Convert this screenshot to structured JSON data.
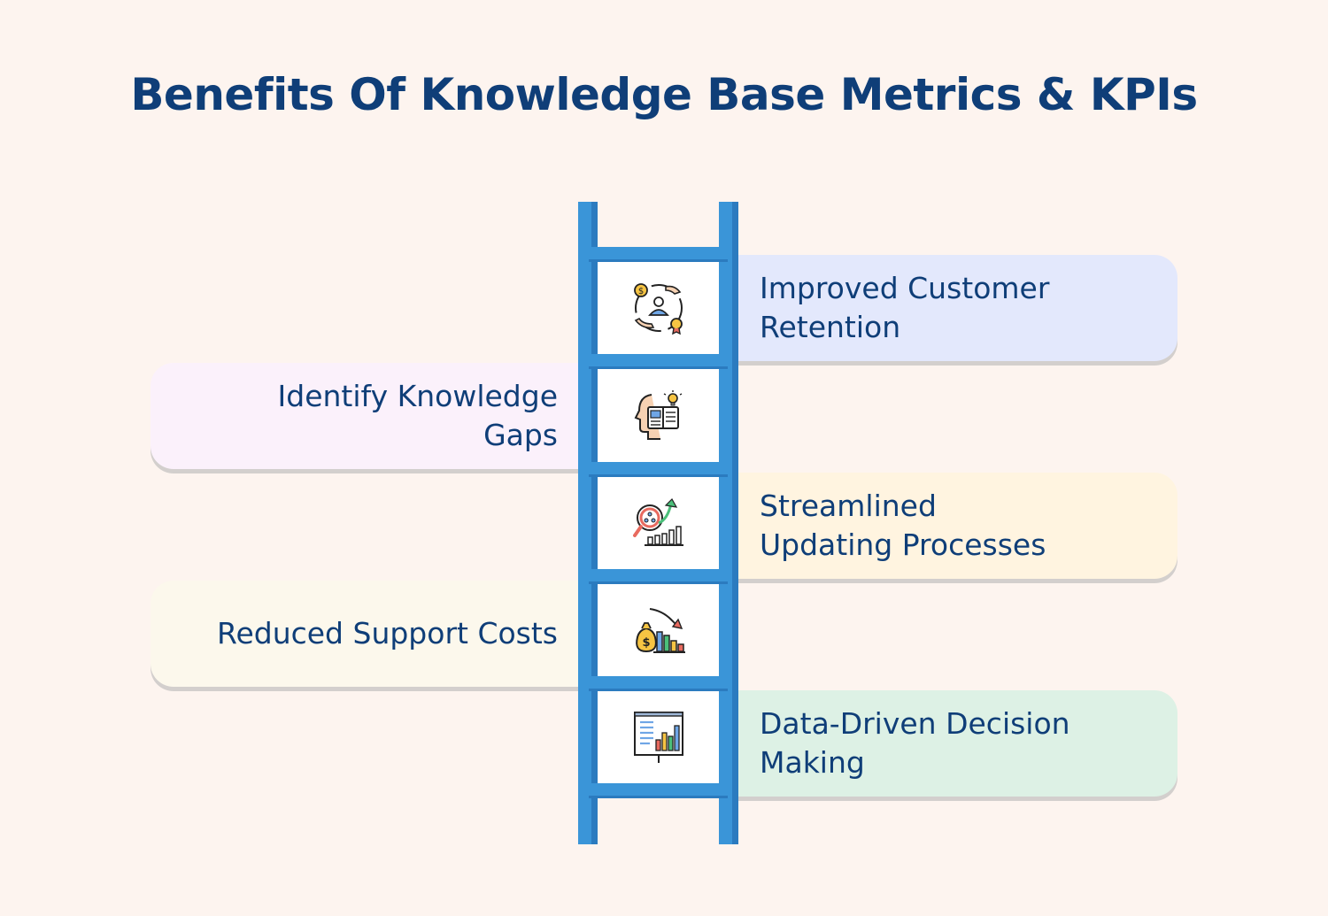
{
  "title": "Benefits Of Knowledge Base Metrics & KPIs",
  "steps": [
    {
      "text": "Improved Customer\nRetention",
      "side": "right",
      "bg": "#e3e8fc",
      "icon": "customer-retention-icon"
    },
    {
      "text": "Identify Knowledge\nGaps",
      "side": "left",
      "bg": "#fbf1fb",
      "icon": "knowledge-head-book-icon"
    },
    {
      "text": "Streamlined\nUpdating Processes",
      "side": "right",
      "bg": "#fff4e0",
      "icon": "process-growth-chart-icon"
    },
    {
      "text": "Reduced Support Costs",
      "side": "left",
      "bg": "#fcf8ec",
      "icon": "money-bag-decrease-icon"
    },
    {
      "text": "Data-Driven Decision\nMaking",
      "side": "right",
      "bg": "#ddf1e5",
      "icon": "presentation-chart-icon"
    }
  ],
  "colors": {
    "title": "#0f3e78",
    "ladder": "#3a95d8",
    "ladder_shade": "#2b7bbf",
    "background": "#fdf4ef"
  }
}
